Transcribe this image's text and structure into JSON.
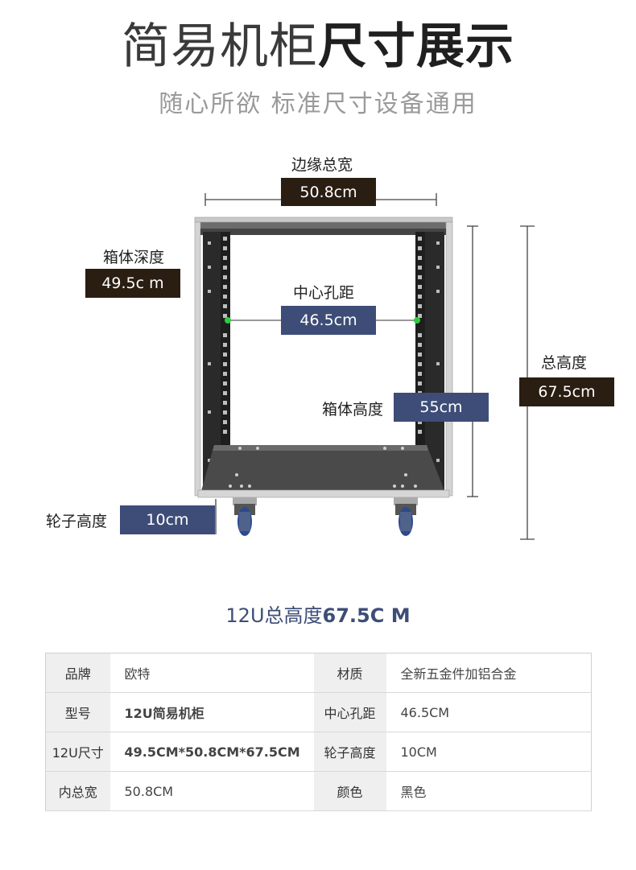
{
  "header": {
    "title_light": "简易机柜",
    "title_bold": "尺寸展示",
    "subtitle": "随心所欲 标准尺寸设备通用"
  },
  "diagram": {
    "total_width_label": "边缘总宽",
    "total_width_value": "50.8cm",
    "depth_label": "箱体深度",
    "depth_value": "49.5c m",
    "center_hole_label": "中心孔距",
    "center_hole_value": "46.5cm",
    "total_height_label": "总高度",
    "total_height_value": "67.5cm",
    "box_height_label": "箱体高度",
    "box_height_value": "55cm",
    "wheel_height_label": "轮子高度",
    "wheel_height_value": "10cm"
  },
  "spec_heading": {
    "prefix": "12U总高度",
    "value": "67.5C M"
  },
  "spec_table": [
    {
      "k1": "品牌",
      "v1": "欧特",
      "k2": "材质",
      "v2": "全新五金件加铝合金"
    },
    {
      "k1": "型号",
      "v1": "12U简易机柜",
      "k2": "中心孔距",
      "v2": "46.5CM"
    },
    {
      "k1": "12U尺寸",
      "v1": "49.5CM*50.8CM*67.5CM",
      "k2": "轮子高度",
      "v2": "10CM"
    },
    {
      "k1": "内总宽",
      "v1": "50.8CM",
      "k2": "颜色",
      "v2": "黑色"
    }
  ],
  "colors": {
    "accent_blue": "#3d4d77",
    "dark_brown": "#2a1d12",
    "rail_green_dot": "#2ecc40"
  }
}
